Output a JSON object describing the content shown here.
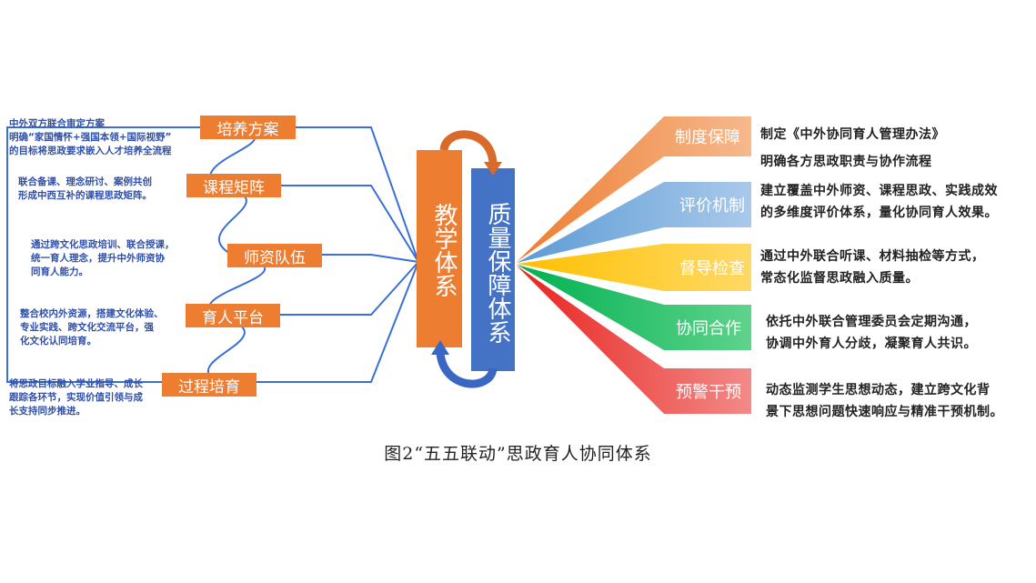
{
  "center": {
    "teaching_system": "教学体系",
    "quality_system": "质量保障体系",
    "teaching_color": "#ed7d31",
    "quality_color": "#4472c4"
  },
  "left_items": [
    {
      "label": "培养方案",
      "desc": [
        "中外双方联合审定方案",
        "明确“家国情怀+强国本领+国际视野”",
        "的目标将思政要求嵌入人才培养全流程"
      ]
    },
    {
      "label": "课程矩阵",
      "desc": [
        "联合备课、理念研讨、案例共创",
        "形成中西互补的课程思政矩阵。"
      ]
    },
    {
      "label": "师资队伍",
      "desc": [
        "通过跨文化思政培训、联合授课，",
        "统一育人理念，提升中外师资协",
        "同育人能力。"
      ]
    },
    {
      "label": "育人平台",
      "desc": [
        "整合校内外资源，搭建文化体验、",
        "专业实践、跨文化交流平台，强",
        "化文化认同培育。"
      ]
    },
    {
      "label": "过程培育",
      "desc": [
        "将思政目标融入学业指导、成长",
        "跟踪各环节，实现价值引领与成",
        "长支持同步推进。"
      ]
    }
  ],
  "right_items": [
    {
      "label": "制度保障",
      "color": "#ed7d31",
      "desc": [
        "制定《中外协同育人管理办法》",
        "明确各方思政职责与协作流程"
      ]
    },
    {
      "label": "评价机制",
      "color": "#5b9bd5",
      "desc": [
        "建立覆盖中外师资、课程思政、实践成效",
        "的多维度评价体系，量化协同育人效果。"
      ]
    },
    {
      "label": "督导检查",
      "color": "#ffc000",
      "desc": [
        "通过中外联合听课、材料抽检等方式，",
        "常态化监督思政融入质量。"
      ]
    },
    {
      "label": "协同合作",
      "color": "#00b050",
      "desc": [
        "依托中外联合管理委员会定期沟通，",
        "协调中外育人分歧，凝聚育人共识。"
      ]
    },
    {
      "label": "预警干预",
      "color": "#e8231f",
      "desc": [
        "动态监测学生思想动态，建立跨文化背",
        "景下思想问题快速响应与精准干预机制。"
      ]
    }
  ],
  "caption": "图2“五五联动”思政育人协同体系"
}
